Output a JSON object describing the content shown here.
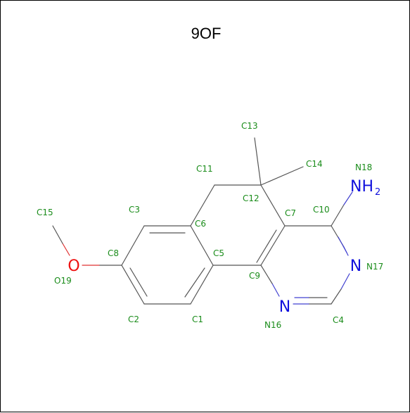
{
  "title": "9OF",
  "atoms": {
    "C1": "C1",
    "C2": "C2",
    "C3": "C3",
    "C4": "C4",
    "C5": "C5",
    "C6": "C6",
    "C7": "C7",
    "C8": "C8",
    "C9": "C9",
    "C10": "C10",
    "C11": "C11",
    "C12": "C12",
    "C13": "C13",
    "C14": "C14",
    "C15": "C15",
    "N16": "N16",
    "N17": "N17",
    "N18": "N18",
    "O19": "O19"
  },
  "symbols": {
    "n16": "N",
    "n17": "N",
    "nh2_n": "NH",
    "nh2_sub": "2",
    "o19": "O"
  },
  "colors": {
    "carbon_label": "#1a8c1a",
    "nitrogen": "#1010dd",
    "oxygen": "#ee1111",
    "bond": "#555555"
  }
}
